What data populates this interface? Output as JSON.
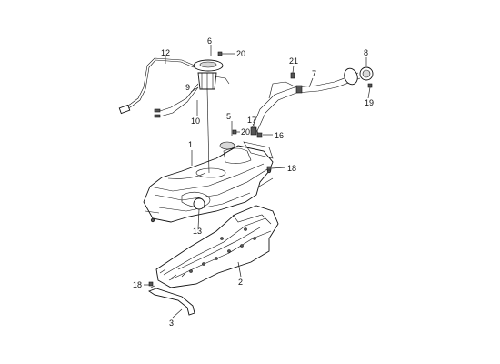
{
  "callouts": {
    "c1": "1",
    "c2": "2",
    "c3": "3",
    "c5": "5",
    "c6": "6",
    "c7": "7",
    "c8": "8",
    "c9": "9",
    "c10": "10",
    "c12": "12",
    "c13": "13",
    "c16": "16",
    "c17": "17",
    "c18a": "18",
    "c18b": "18",
    "c19": "19",
    "c20a": "20",
    "c20b": "20",
    "c21": "21"
  },
  "parts": [
    "fuel-tank",
    "tank-protector-plate",
    "tank-strap",
    "fuel-pump-assembly",
    "filler-neck-pipe",
    "filler-cap",
    "vent-hose",
    "fuel-line",
    "vapor-line"
  ]
}
